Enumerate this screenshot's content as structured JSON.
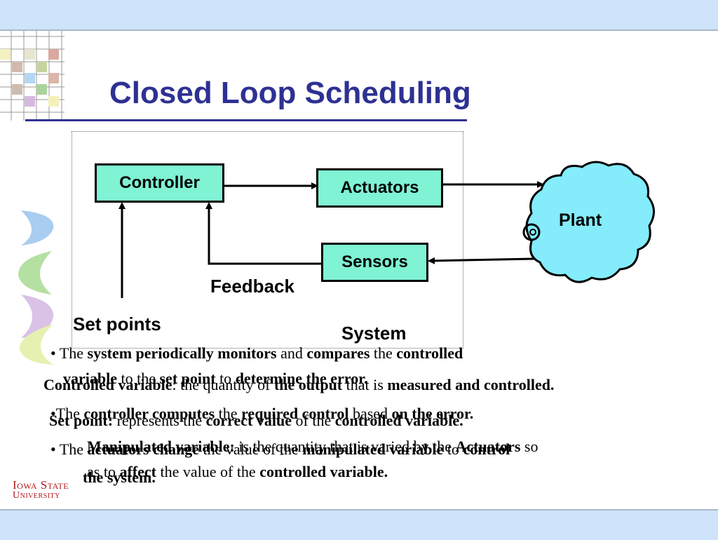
{
  "slide": {
    "title": "Closed Loop Scheduling"
  },
  "diagram": {
    "controller": "Controller",
    "actuators": "Actuators",
    "sensors": "Sensors",
    "plant": "Plant",
    "feedback": "Feedback",
    "set_points": "Set points",
    "system": "System"
  },
  "bullets": [
    {
      "bullet": "•",
      "parts": [
        "The ",
        "system periodically monitors",
        " and ",
        "compares",
        " the ",
        "controlled"
      ],
      "cont": [
        "variable",
        " to the ",
        "set point",
        " to ",
        "determine the error."
      ]
    },
    {
      "bullet": "•",
      "parts": [
        "The ",
        "controller computes",
        " the ",
        "required control",
        " based ",
        "on the error."
      ]
    },
    {
      "bullet": "•",
      "parts": [
        "The ",
        "actuators change",
        " the value of the ",
        "manipulated variable",
        " to ",
        "control"
      ],
      "cont": [
        "the system."
      ]
    }
  ],
  "definitions": [
    {
      "parts": [
        "Controlled variable",
        ": the quantity of ",
        "the output",
        " that is ",
        "measured and controlled."
      ]
    },
    {
      "parts": [
        "Set point:",
        " represents the ",
        "correct value",
        " of the ",
        "controlled variable."
      ]
    },
    {
      "parts": [
        "Manipulated variable:",
        " is the quantity that is varied by the ",
        "Actuators",
        " so"
      ],
      "cont": [
        "as to ",
        "affect",
        " the value of the ",
        "controlled variable."
      ]
    }
  ],
  "logo": {
    "line1": "Iowa State",
    "line2": "University"
  },
  "colors": {
    "title": "#2e3192",
    "block_fill": "#7ff3d4",
    "plant_fill": "#84ecfb",
    "band": "#cfe3fb",
    "logo": "#b8171c"
  }
}
